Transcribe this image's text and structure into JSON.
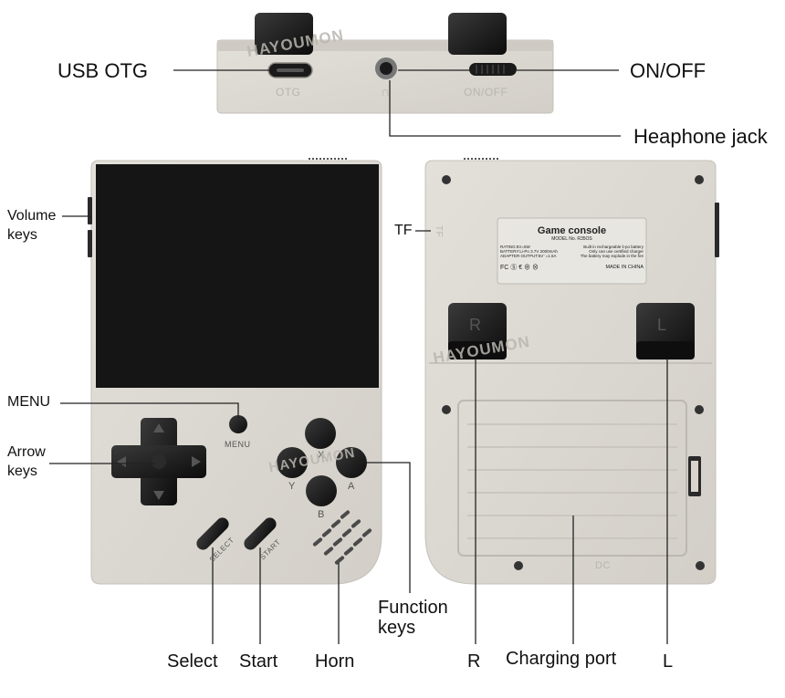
{
  "labels": {
    "usb_otg": "USB OTG",
    "on_off": "ON/OFF",
    "headphone_jack": "Heaphone jack",
    "volume_keys_line1": "Volume",
    "volume_keys_line2": "keys",
    "tf": "TF",
    "menu": "MENU",
    "arrow_keys_line1": "Arrow",
    "arrow_keys_line2": "keys",
    "function_keys_line1": "Function",
    "function_keys_line2": "keys",
    "select": "Select",
    "start": "Start",
    "horn": "Horn",
    "r": "R",
    "charging_port": "Charging port",
    "l": "L"
  },
  "device_print": {
    "otg": "OTG",
    "headphone_symbol": "∩",
    "on_off": "ON/OFF",
    "menu": "MENU",
    "x": "X",
    "y": "Y",
    "a": "A",
    "b": "B",
    "select": "SELECT",
    "start": "START",
    "tf": "TF",
    "r": "R",
    "l": "L",
    "dc": "DC",
    "watermark": "HAYOUMON"
  },
  "sticker": {
    "title": "Game console",
    "model": "MODEL No. R35OS",
    "line1_left": "RATING:5V=5W",
    "line1_right": "Built in rechargeable li-po battery",
    "line2_left": "BATTERY:Li-Po 3.7V 2000mAh",
    "line2_right": "Only can use certified charger",
    "line3_left": "ADAPTER OUTPUT:5V⁻=1.5A",
    "line3_right": "The battery may explode in the fire",
    "made_in": "MADE IN CHINA",
    "cert_marks": "FC Ⓢ € ⊕ ⊗"
  },
  "colors": {
    "shell": "#dcd8d1",
    "shell_edge": "#c9c5bd",
    "screen": "#161616",
    "button": "#1c1c1c",
    "label_text": "#111111"
  }
}
